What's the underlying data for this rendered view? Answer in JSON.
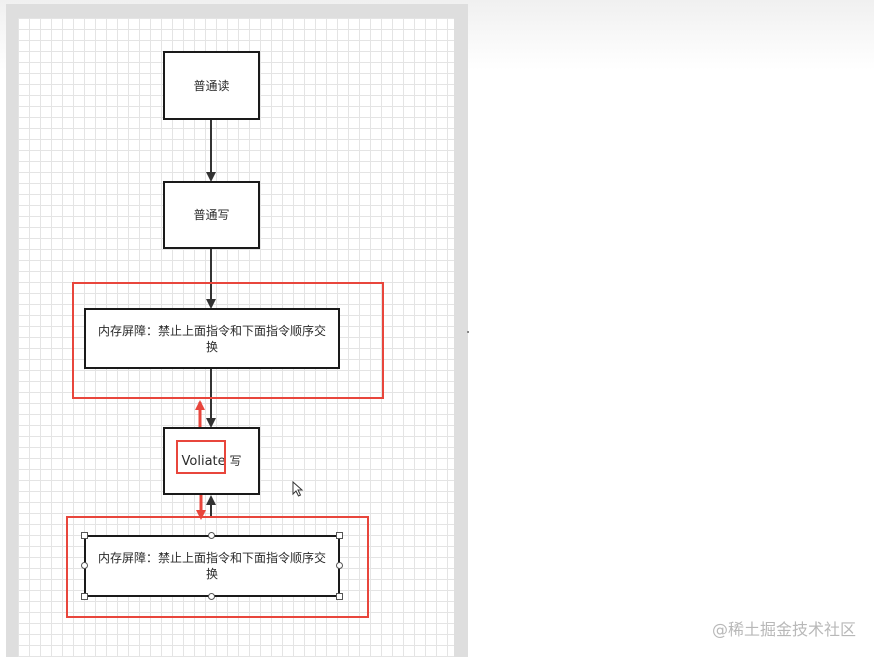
{
  "diagram": {
    "nodes": {
      "normal_read": "普通读",
      "normal_write": "普通写",
      "barrier_top": "内存屏障：禁止上面指令和下面指令顺序交换",
      "volatile_prefix": "Voliate",
      "volatile_suffix": " 写",
      "barrier_bottom": "内存屏障：禁止上面指令和下面指令顺序交换"
    }
  },
  "watermark": "@稀土掘金技术社区",
  "colors": {
    "highlight": "#e8463c",
    "stroke": "#1a1a1a",
    "grid": "#e4e4e4"
  }
}
